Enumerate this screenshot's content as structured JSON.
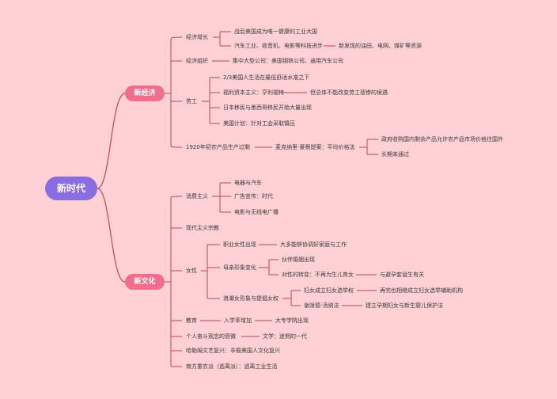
{
  "root": "新时代",
  "economy": {
    "label": "新经济",
    "growth": {
      "label": "经济增长",
      "items": [
        "战后美国成为唯一健康的工业大国",
        "汽车工业、收音机、电影等科技进步"
      ],
      "tech_note": "新发现的油田、电网、煤矿等资源"
    },
    "org": {
      "label": "经济组织",
      "note": "集中大型公司：美国钢铁公司、通用汽车公司"
    },
    "labor": {
      "label": "劳工",
      "items": [
        "2/3美国人生活在最低舒适水准之下",
        "福利资本主义：亨利福特",
        "日本移民与墨西哥移民开始大量出现",
        "美国计划：针对工会采取镇压"
      ],
      "welfare_note": "但总体不能改变劳工悲惨的境遇"
    },
    "farm": {
      "label": "1920年初农产品生产过剩",
      "policy": "麦克纳里-豪根提案：平均价格法",
      "results": [
        "政府收购国内剩余产品允许农产品市场价格往国外",
        "长期未通过"
      ]
    }
  },
  "culture": {
    "label": "新文化",
    "consumer": {
      "label": "消费主义",
      "items": [
        "电器与汽车",
        "广告宣传：时代",
        "电影与无线电广播"
      ]
    },
    "modernism": "现代主义宗教",
    "women": {
      "label": "女性",
      "job": {
        "label": "职业女性出现",
        "note": "大多能够协调好家庭与工作"
      },
      "mother": {
        "label": "母亲形象变化",
        "items": [
          "伙伴婚姻出现",
          "对性的转变：不再为生儿育女"
        ],
        "sex_note": "与避孕套诞生有关"
      },
      "flapper": {
        "label": "浪潮女形象与提倡女权",
        "items": [
          "妇女成立妇女选举权",
          "谢泼德-汤纳法"
        ],
        "notes": [
          "再完也相继成立妇女选举辅助机构",
          "建立孕期妇女与新生婴儿保护法"
        ]
      }
    },
    "education": {
      "label": "教育",
      "step": "入学率增加",
      "note": "大专学院出现"
    },
    "individual": {
      "label": "个人奋斗观念的衰微",
      "note": "文学：迷惘的一代"
    },
    "harlem": "哈勒姆文艺复兴：非裔美国人文化复兴",
    "south": "南方重农派（逃离派）：逃离工业生活"
  }
}
